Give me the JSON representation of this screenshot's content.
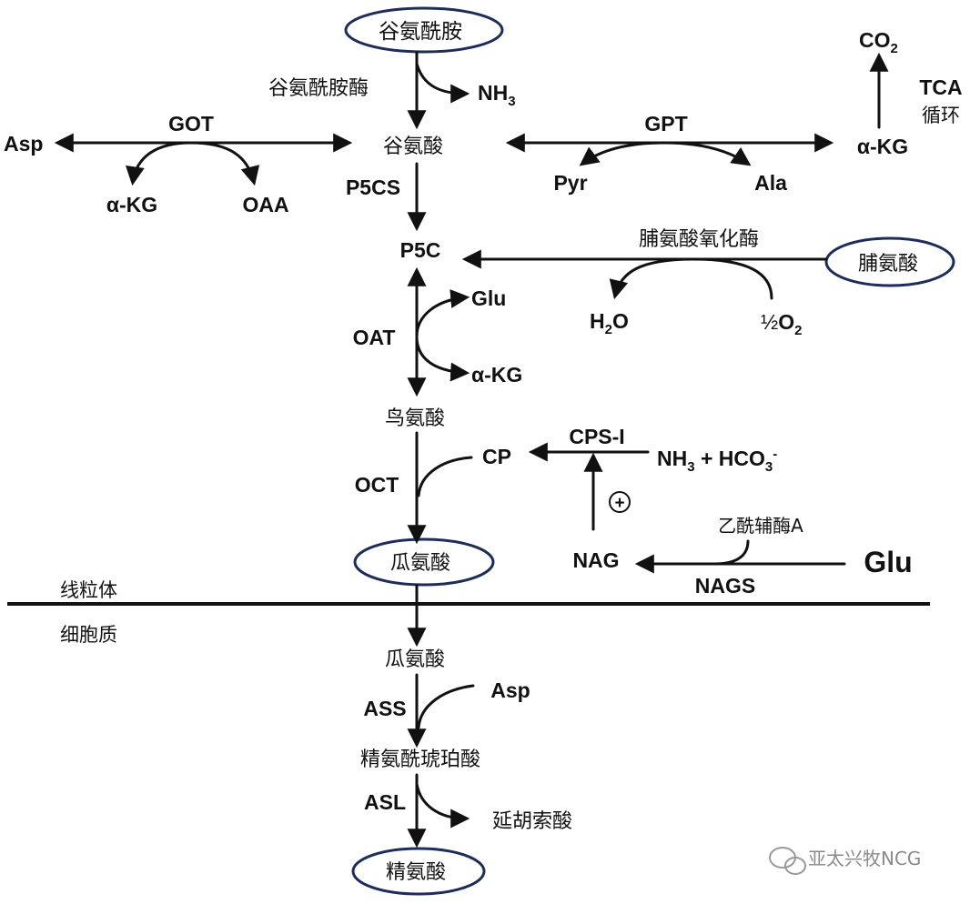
{
  "nodes": {
    "glutamine": "谷氨酰胺",
    "glutamate": "谷氨酸",
    "p5c": "P5C",
    "ornithine": "鸟氨酸",
    "citrulline_mito": "瓜氨酸",
    "citrulline_cyto": "瓜氨酸",
    "argininosuccinate": "精氨酰琥珀酸",
    "arginine": "精氨酸",
    "proline": "脯氨酸",
    "asp_left": "Asp",
    "akg_left": "α-KG",
    "oaa": "OAA",
    "pyr": "Pyr",
    "ala": "Ala",
    "akg_right": "α-KG",
    "co2_main": "CO",
    "co2_sub": "2",
    "tca_line1": "TCA",
    "tca_line2": "循环",
    "nh3_top_main": "NH",
    "nh3_top_sub": "3",
    "glu_oat": "Glu",
    "akg_oat": "α-KG",
    "h2o_h": "H",
    "h2o_sub": "2",
    "h2o_o": "O",
    "half": "½",
    "o2_o": "O",
    "o2_sub": "2",
    "cp": "CP",
    "nh3_hco3_nh": "NH",
    "nh3_hco3_sub1": "3",
    "nh3_hco3_mid": " + HCO",
    "nh3_hco3_sub2": "3",
    "nh3_hco3_sup": "-",
    "nag": "NAG",
    "glu_big": "Glu",
    "acetyl_coa": "乙酰辅酶A",
    "asp_ass": "Asp",
    "fumarate": "延胡索酸"
  },
  "enzymes": {
    "glutaminase": "谷氨酰胺酶",
    "got": "GOT",
    "gpt": "GPT",
    "p5cs": "P5CS",
    "proline_oxidase": "脯氨酸氧化酶",
    "oat": "OAT",
    "oct": "OCT",
    "cps1": "CPS-I",
    "nags": "NAGS",
    "ass": "ASS",
    "asl": "ASL"
  },
  "regions": {
    "mitochondria": "线粒体",
    "cytoplasm": "细胞质"
  },
  "symbols": {
    "activation": "+"
  },
  "watermark": "亚太兴牧NCG",
  "colors": {
    "ellipse": "#1c2d5a",
    "text": "#111111"
  }
}
